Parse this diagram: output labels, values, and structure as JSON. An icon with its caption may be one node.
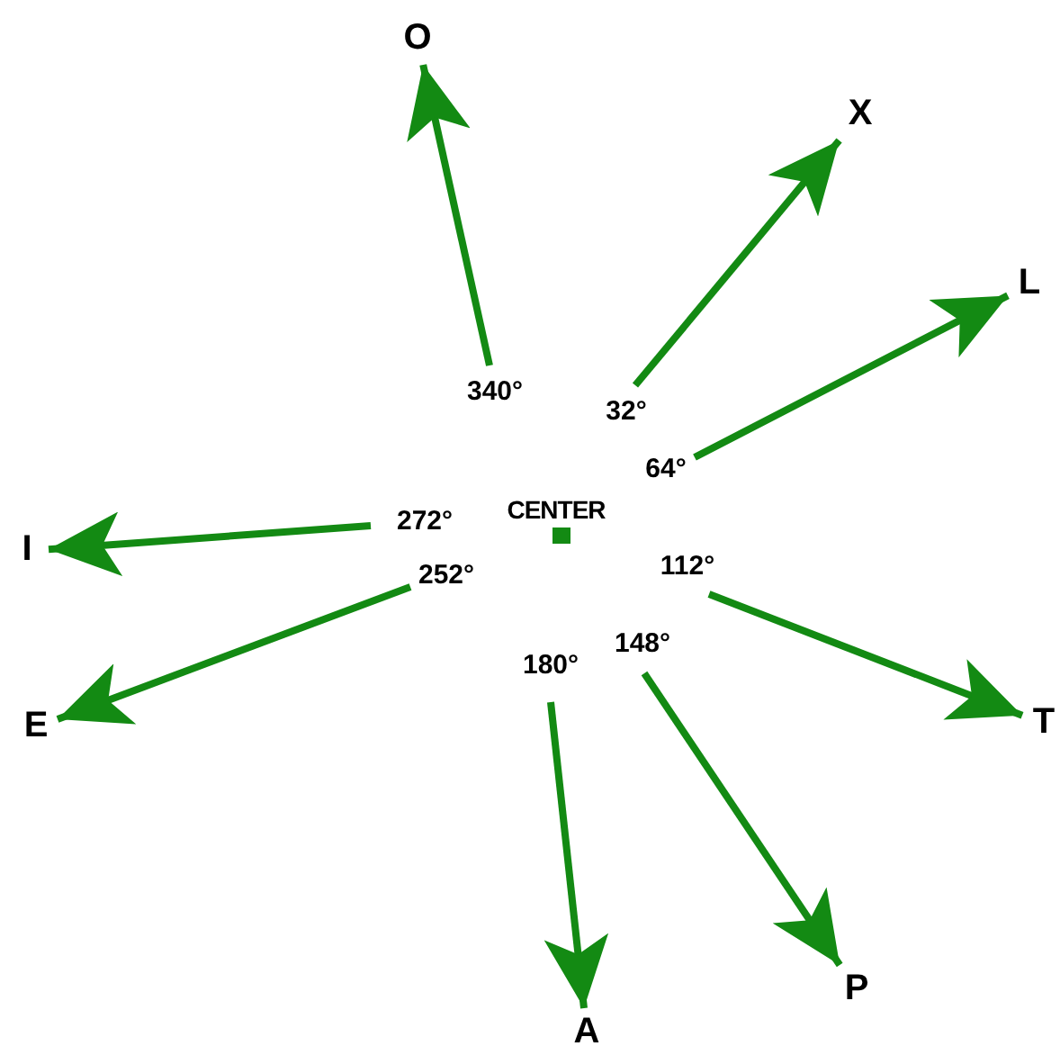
{
  "diagram": {
    "nodes": [
      {
        "text": [
          "O"
        ]
      },
      {
        "text": [
          "X"
        ]
      },
      {
        "text": [
          "L"
        ]
      },
      {
        "text": [
          "T"
        ]
      },
      {
        "text": [
          "P"
        ]
      },
      {
        "text": [
          "A"
        ]
      },
      {
        "text": [
          "E"
        ]
      },
      {
        "text": [
          "I"
        ]
      }
    ],
    "edges": [
      {
        "from": null,
        "to": 0,
        "arrow": "to",
        "label": "340°"
      },
      {
        "from": null,
        "to": 1,
        "arrow": "to",
        "label": "32°"
      },
      {
        "from": null,
        "to": 2,
        "arrow": "to",
        "label": "64°"
      },
      {
        "from": null,
        "to": 3,
        "arrow": "to",
        "label": "112°"
      },
      {
        "from": null,
        "to": 4,
        "arrow": "to",
        "label": "148°"
      },
      {
        "from": null,
        "to": 5,
        "arrow": "to",
        "label": "180°"
      },
      {
        "from": null,
        "to": 6,
        "arrow": "to",
        "label": "252°"
      },
      {
        "from": null,
        "to": 7,
        "arrow": "to",
        "label": "272°"
      }
    ],
    "labels": [
      "CENTER"
    ]
  }
}
